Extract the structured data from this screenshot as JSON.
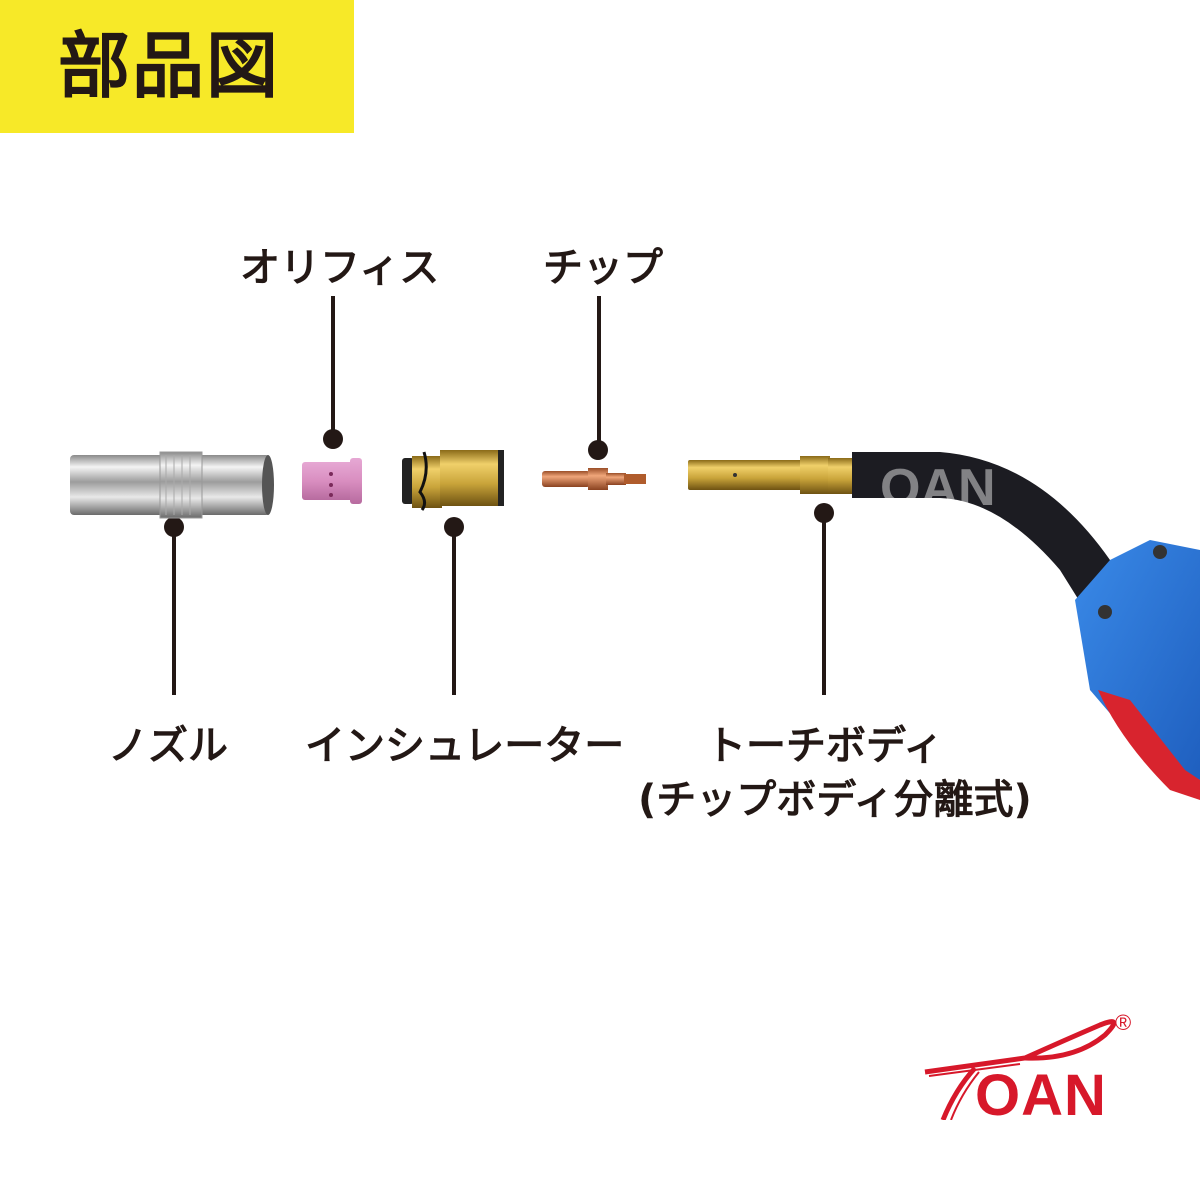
{
  "header": {
    "title": "部品図",
    "background_color": "#f7e928"
  },
  "parts": [
    {
      "id": "nozzle",
      "label": "ノズル",
      "position": "below"
    },
    {
      "id": "orifice",
      "label": "オリフィス",
      "position": "above"
    },
    {
      "id": "insulator",
      "label": "インシュレーター",
      "position": "below"
    },
    {
      "id": "tip",
      "label": "チップ",
      "position": "above"
    },
    {
      "id": "torch_body",
      "label": "トーチボディ",
      "sublabel": "(チップボディ分離式)",
      "position": "below"
    }
  ],
  "watermark": "OAN",
  "logo": {
    "text": "OAN",
    "registered_mark": "®",
    "color": "#d7182a"
  },
  "colors": {
    "text": "#231815",
    "nozzle": "#c9c9c9",
    "orifice": "#d98ec0",
    "insulator": "#c9a43a",
    "tip": "#c9764a",
    "torch_body_brass": "#d4b04a",
    "cable": "#1c1c22",
    "handle_blue": "#2a76d6",
    "trigger_red": "#d8242e"
  }
}
